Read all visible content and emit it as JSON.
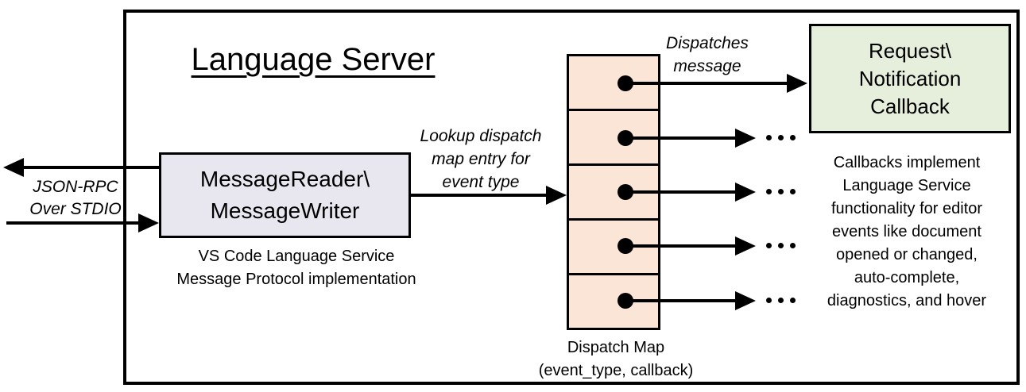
{
  "title": "Language Server",
  "reader_box": {
    "line1": "MessageReader\\",
    "line2": "MessageWriter",
    "caption_line1": "VS Code Language Service",
    "caption_line2": "Message Protocol implementation"
  },
  "stdio_label": {
    "line1": "JSON-RPC",
    "line2": "Over STDIO"
  },
  "lookup_label": {
    "line1": "Lookup dispatch",
    "line2": "map entry for",
    "line3": "event type"
  },
  "dispatches_label": {
    "line1": "Dispatches",
    "line2": "message"
  },
  "dispatch_map": {
    "row_count": 5,
    "caption_line1": "Dispatch Map",
    "caption_line2": "(event_type, callback)"
  },
  "callback_box": {
    "line1": "Request\\",
    "line2": "Notification",
    "line3": "Callback"
  },
  "callbacks_note": {
    "lines": [
      "Callbacks implement",
      "Language Service",
      "functionality for editor",
      "events like document",
      "opened or changed,",
      "auto-complete,",
      "diagnostics, and hover"
    ]
  },
  "icons": {
    "ellipsis": "..."
  },
  "colors": {
    "reader_fill": "#e8e7f0",
    "map_fill": "#fbe5d6",
    "callback_fill": "#e6eedc",
    "line_color": "#000000"
  }
}
